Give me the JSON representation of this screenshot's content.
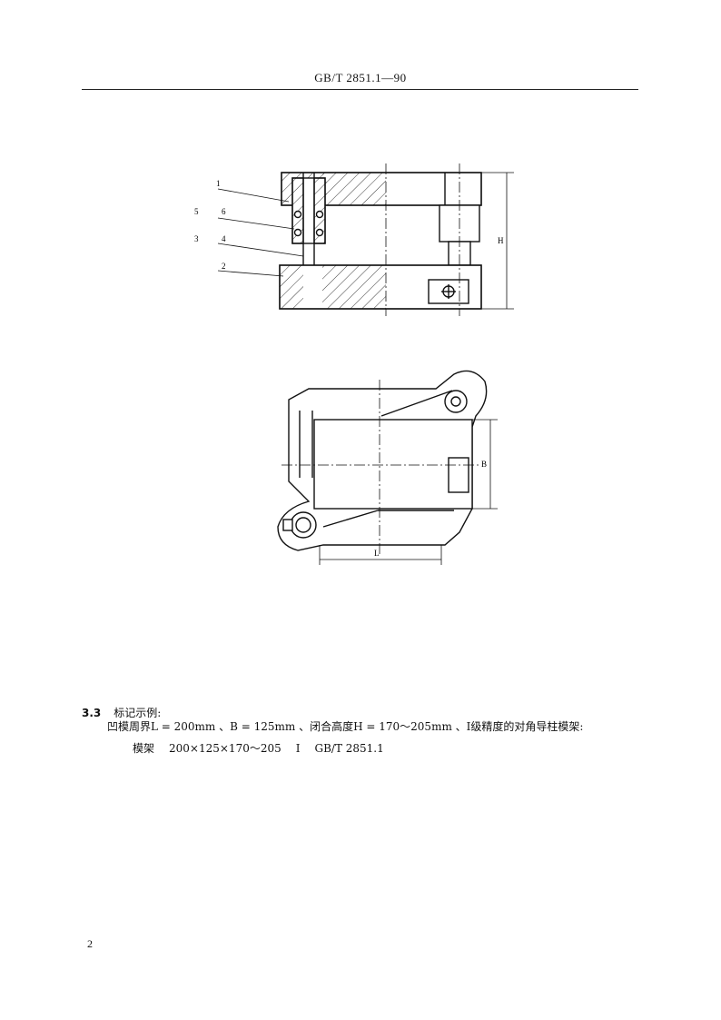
{
  "header": {
    "standard_no": "GB/T 2851.1—90"
  },
  "figure_top": {
    "labels": [
      "1",
      "5",
      "6",
      "3",
      "4",
      "2",
      "H"
    ]
  },
  "figure_bottom": {
    "labels": [
      "B",
      "L"
    ]
  },
  "section": {
    "number": "3.3",
    "title": "标记示例:",
    "description": "凹模周界L = 200mm 、B = 125mm 、闭合高度H = 170～205mm 、Ⅰ级精度的对角导柱模架:",
    "example_name": "模架",
    "example_value": "200×125×170～205",
    "example_grade": "Ⅰ",
    "example_std": "GB/T  2851.1"
  },
  "page_number": "2"
}
